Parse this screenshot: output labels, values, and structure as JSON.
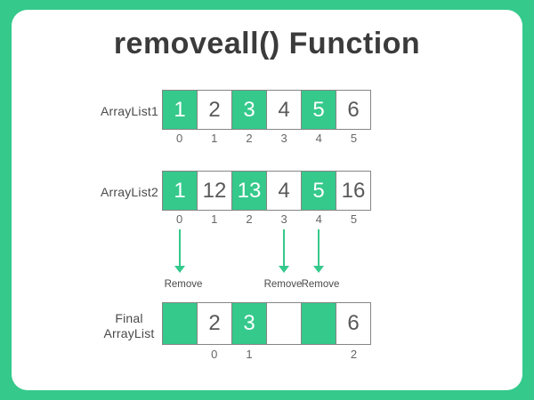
{
  "title": "removeall() Function",
  "colors": {
    "green": "#35c98c",
    "title": "#3b3b3b",
    "label": "#4a4a4a",
    "cell_text": "#595959",
    "index": "#666666",
    "card_bg": "#ffffff"
  },
  "lists": [
    {
      "label": "ArrayList1",
      "cells": [
        {
          "value": "1",
          "filled": true,
          "index": "0"
        },
        {
          "value": "2",
          "filled": false,
          "index": "1"
        },
        {
          "value": "3",
          "filled": true,
          "index": "2"
        },
        {
          "value": "4",
          "filled": false,
          "index": "3"
        },
        {
          "value": "5",
          "filled": true,
          "index": "4"
        },
        {
          "value": "6",
          "filled": false,
          "index": "5"
        }
      ]
    },
    {
      "label": "ArrayList2",
      "cells": [
        {
          "value": "1",
          "filled": true,
          "index": "0"
        },
        {
          "value": "12",
          "filled": false,
          "index": "1"
        },
        {
          "value": "13",
          "filled": true,
          "index": "2"
        },
        {
          "value": "4",
          "filled": false,
          "index": "3"
        },
        {
          "value": "5",
          "filled": true,
          "index": "4"
        },
        {
          "value": "16",
          "filled": false,
          "index": "5"
        }
      ]
    }
  ],
  "arrows": [
    {
      "label": "Remove",
      "from_index": "0"
    },
    {
      "label": "Remove",
      "from_index": "3"
    },
    {
      "label": "Remove",
      "from_index": "4"
    }
  ],
  "final_list": {
    "label_line1": "Final",
    "label_line2": "ArrayList",
    "cells": [
      {
        "value": "",
        "filled": true,
        "index": ""
      },
      {
        "value": "2",
        "filled": false,
        "index": "0"
      },
      {
        "value": "3",
        "filled": true,
        "index": "1"
      },
      {
        "value": "",
        "filled": false,
        "index": ""
      },
      {
        "value": "",
        "filled": true,
        "index": ""
      },
      {
        "value": "6",
        "filled": false,
        "index": "2"
      }
    ]
  }
}
